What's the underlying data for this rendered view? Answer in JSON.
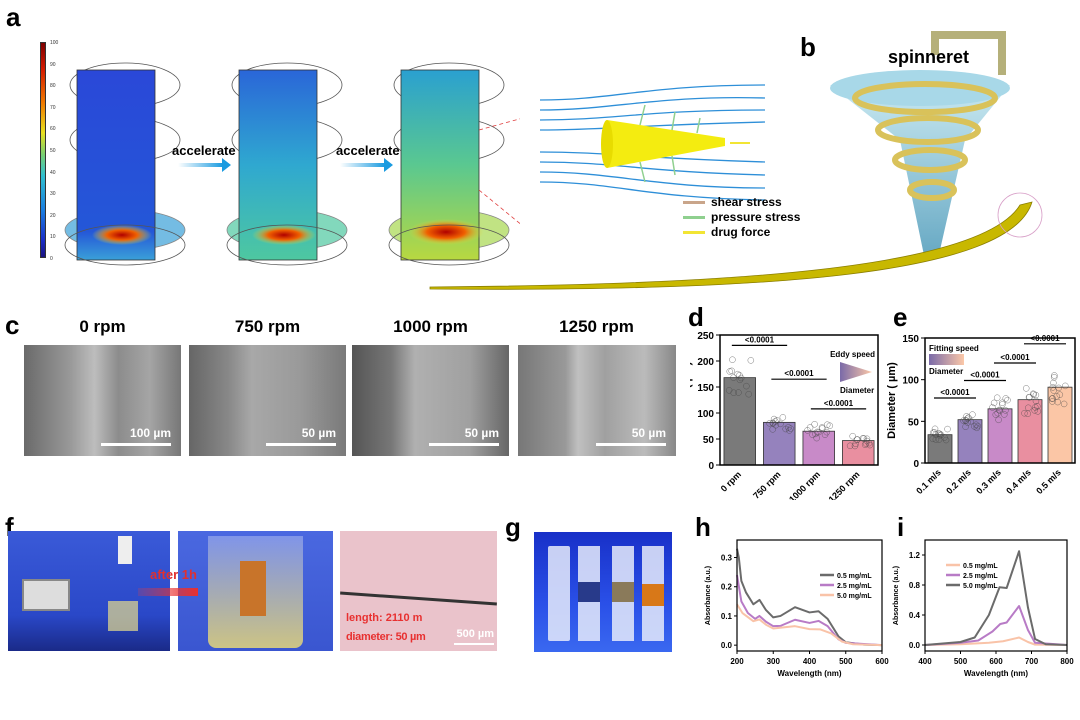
{
  "panels": {
    "a": "a",
    "b": "b",
    "c": "c",
    "d": "d",
    "e": "e",
    "f": "f",
    "g": "g",
    "h": "h",
    "i": "i"
  },
  "panel_a": {
    "colorbar_ticks": [
      "100",
      "90",
      "80",
      "70",
      "60",
      "50",
      "40",
      "30",
      "20",
      "10",
      "0"
    ],
    "accelerate_1": "accelerate",
    "accelerate_2": "accelerate",
    "legend": [
      {
        "label": "shear stress",
        "color": "#c9a58a"
      },
      {
        "label": "pressure stress",
        "color": "#8fd08f"
      },
      {
        "label": "drug force",
        "color": "#f2e534"
      }
    ]
  },
  "panel_b": {
    "spinneret": "spinneret"
  },
  "panel_c": {
    "images": [
      {
        "title": "0 rpm",
        "scale": "100 µm"
      },
      {
        "title": "750 rpm",
        "scale": "50 µm"
      },
      {
        "title": "1000 rpm",
        "scale": "50 µm"
      },
      {
        "title": "1250 rpm",
        "scale": "50 µm"
      }
    ]
  },
  "panel_f": {
    "arrow_label": "after 1h",
    "length": "length: 2110 m",
    "diameter": "diameter: 50 µm",
    "scale": "500 µm"
  },
  "chart_data": [
    {
      "panel": "d",
      "type": "bar",
      "ylabel": "Diameter ( µm)",
      "ylim": [
        0,
        250
      ],
      "yticks": [
        "0",
        "50",
        "100",
        "150",
        "200",
        "250"
      ],
      "categories": [
        "0 rpm",
        "750 rpm",
        "1000 rpm",
        "1250 rpm"
      ],
      "values": [
        168,
        82,
        65,
        47
      ],
      "colors": [
        "#7a7a7a",
        "#9582bd",
        "#c88ac8",
        "#e98fa0"
      ],
      "significance": [
        {
          "label": "<0.0001",
          "from": 0,
          "to": 1,
          "y": 230
        },
        {
          "label": "<0.0001",
          "from": 1,
          "to": 2,
          "y": 165
        },
        {
          "label": "<0.0001",
          "from": 2,
          "to": 3,
          "y": 108
        }
      ],
      "legend": {
        "top": "Eddy speed",
        "bottom": "Diameter"
      }
    },
    {
      "panel": "e",
      "type": "bar",
      "ylabel": "Diameter ( µm)",
      "ylim": [
        0,
        150
      ],
      "yticks": [
        "0",
        "50",
        "100",
        "150"
      ],
      "categories": [
        "0.1 m/s",
        "0.2 m/s",
        "0.3 m/s",
        "0.4 m/s",
        "0.5 m/s"
      ],
      "values": [
        34,
        52,
        65,
        76,
        91
      ],
      "colors": [
        "#7a7a7a",
        "#9582bd",
        "#c88ac8",
        "#e98fa0",
        "#fbc6a6"
      ],
      "significance": [
        {
          "label": "<0.0001",
          "from": 0,
          "to": 1,
          "y": 78
        },
        {
          "label": "<0.0001",
          "from": 1,
          "to": 2,
          "y": 99
        },
        {
          "label": "<0.0001",
          "from": 2,
          "to": 3,
          "y": 120
        },
        {
          "label": "<0.0001",
          "from": 3,
          "to": 4,
          "y": 143
        }
      ],
      "legend": {
        "top": "Fitting speed",
        "bottom": "Diameter"
      }
    },
    {
      "panel": "h",
      "type": "line",
      "xlabel": "Wavelength (nm)",
      "ylabel": "Absorbance (a.u.)",
      "xlim": [
        200,
        600
      ],
      "ylim": [
        -0.02,
        0.36
      ],
      "xticks": [
        "200",
        "300",
        "400",
        "500",
        "600"
      ],
      "yticks": [
        "0.0",
        "0.1",
        "0.2",
        "0.3"
      ],
      "legend_position": "top-right",
      "series": [
        {
          "name": "0.5 mg/mL",
          "color": "#6b6b6b",
          "points": [
            [
              200,
              0.33
            ],
            [
              205,
              0.3
            ],
            [
              212,
              0.22
            ],
            [
              225,
              0.18
            ],
            [
              245,
              0.14
            ],
            [
              262,
              0.155
            ],
            [
              280,
              0.12
            ],
            [
              300,
              0.095
            ],
            [
              320,
              0.1
            ],
            [
              360,
              0.13
            ],
            [
              400,
              0.112
            ],
            [
              425,
              0.116
            ],
            [
              450,
              0.09
            ],
            [
              480,
              0.03
            ],
            [
              500,
              0.01
            ],
            [
              550,
              0.002
            ],
            [
              600,
              0
            ]
          ]
        },
        {
          "name": "2.5 mg/mL",
          "color": "#b87bc6",
          "points": [
            [
              200,
              0.24
            ],
            [
              212,
              0.15
            ],
            [
              230,
              0.11
            ],
            [
              250,
              0.09
            ],
            [
              262,
              0.1
            ],
            [
              280,
              0.08
            ],
            [
              300,
              0.065
            ],
            [
              320,
              0.066
            ],
            [
              360,
              0.087
            ],
            [
              400,
              0.076
            ],
            [
              425,
              0.083
            ],
            [
              450,
              0.065
            ],
            [
              480,
              0.02
            ],
            [
              500,
              0.008
            ],
            [
              600,
              0
            ]
          ]
        },
        {
          "name": "5.0 mg/mL",
          "color": "#f9c3a8",
          "points": [
            [
              200,
              0.14
            ],
            [
              215,
              0.11
            ],
            [
              245,
              0.082
            ],
            [
              262,
              0.088
            ],
            [
              280,
              0.07
            ],
            [
              300,
              0.057
            ],
            [
              360,
              0.065
            ],
            [
              400,
              0.055
            ],
            [
              430,
              0.054
            ],
            [
              460,
              0.04
            ],
            [
              490,
              0.012
            ],
            [
              520,
              0.003
            ],
            [
              600,
              0
            ]
          ]
        }
      ]
    },
    {
      "panel": "i",
      "type": "line",
      "xlabel": "Wavelength (nm)",
      "ylabel": "Absorbance (a.u.)",
      "xlim": [
        400,
        800
      ],
      "ylim": [
        -0.08,
        1.4
      ],
      "xticks": [
        "400",
        "500",
        "600",
        "700",
        "800"
      ],
      "yticks": [
        "0.0",
        "0.4",
        "0.8",
        "1.2"
      ],
      "legend_position": "top-left",
      "series": [
        {
          "name": "0.5 mg/mL",
          "color": "#f9c3a8",
          "points": [
            [
              400,
              0
            ],
            [
              500,
              0.01
            ],
            [
              580,
              0.03
            ],
            [
              620,
              0.05
            ],
            [
              665,
              0.1
            ],
            [
              690,
              0.04
            ],
            [
              710,
              0.005
            ],
            [
              800,
              0
            ]
          ]
        },
        {
          "name": "2.5 mg/mL",
          "color": "#b87bc6",
          "points": [
            [
              400,
              0
            ],
            [
              500,
              0.03
            ],
            [
              550,
              0.06
            ],
            [
              590,
              0.18
            ],
            [
              612,
              0.28
            ],
            [
              630,
              0.3
            ],
            [
              665,
              0.52
            ],
            [
              690,
              0.2
            ],
            [
              710,
              0.03
            ],
            [
              800,
              0
            ]
          ]
        },
        {
          "name": "5.0 mg/mL",
          "color": "#6b6b6b",
          "points": [
            [
              400,
              0
            ],
            [
              500,
              0.04
            ],
            [
              540,
              0.1
            ],
            [
              580,
              0.4
            ],
            [
              610,
              0.77
            ],
            [
              630,
              0.76
            ],
            [
              665,
              1.25
            ],
            [
              690,
              0.5
            ],
            [
              710,
              0.08
            ],
            [
              740,
              0.01
            ],
            [
              800,
              0
            ]
          ]
        }
      ]
    }
  ]
}
